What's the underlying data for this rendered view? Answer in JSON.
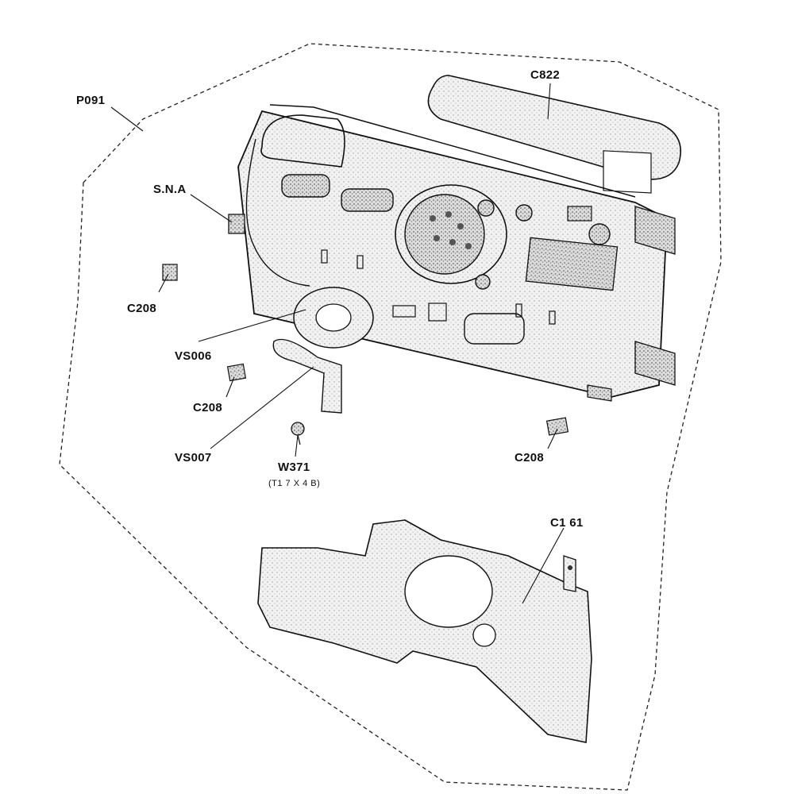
{
  "diagram": {
    "labels": {
      "p091": "P091",
      "c822": "C822",
      "sna": "S.N.A",
      "c208_a": "C208",
      "c208_b": "C208",
      "c208_c": "C208",
      "vs006": "VS006",
      "vs007": "VS007",
      "w371": "W371",
      "w371_spec": "(T1 7 X 4 B)",
      "c161": "C1 61"
    }
  }
}
